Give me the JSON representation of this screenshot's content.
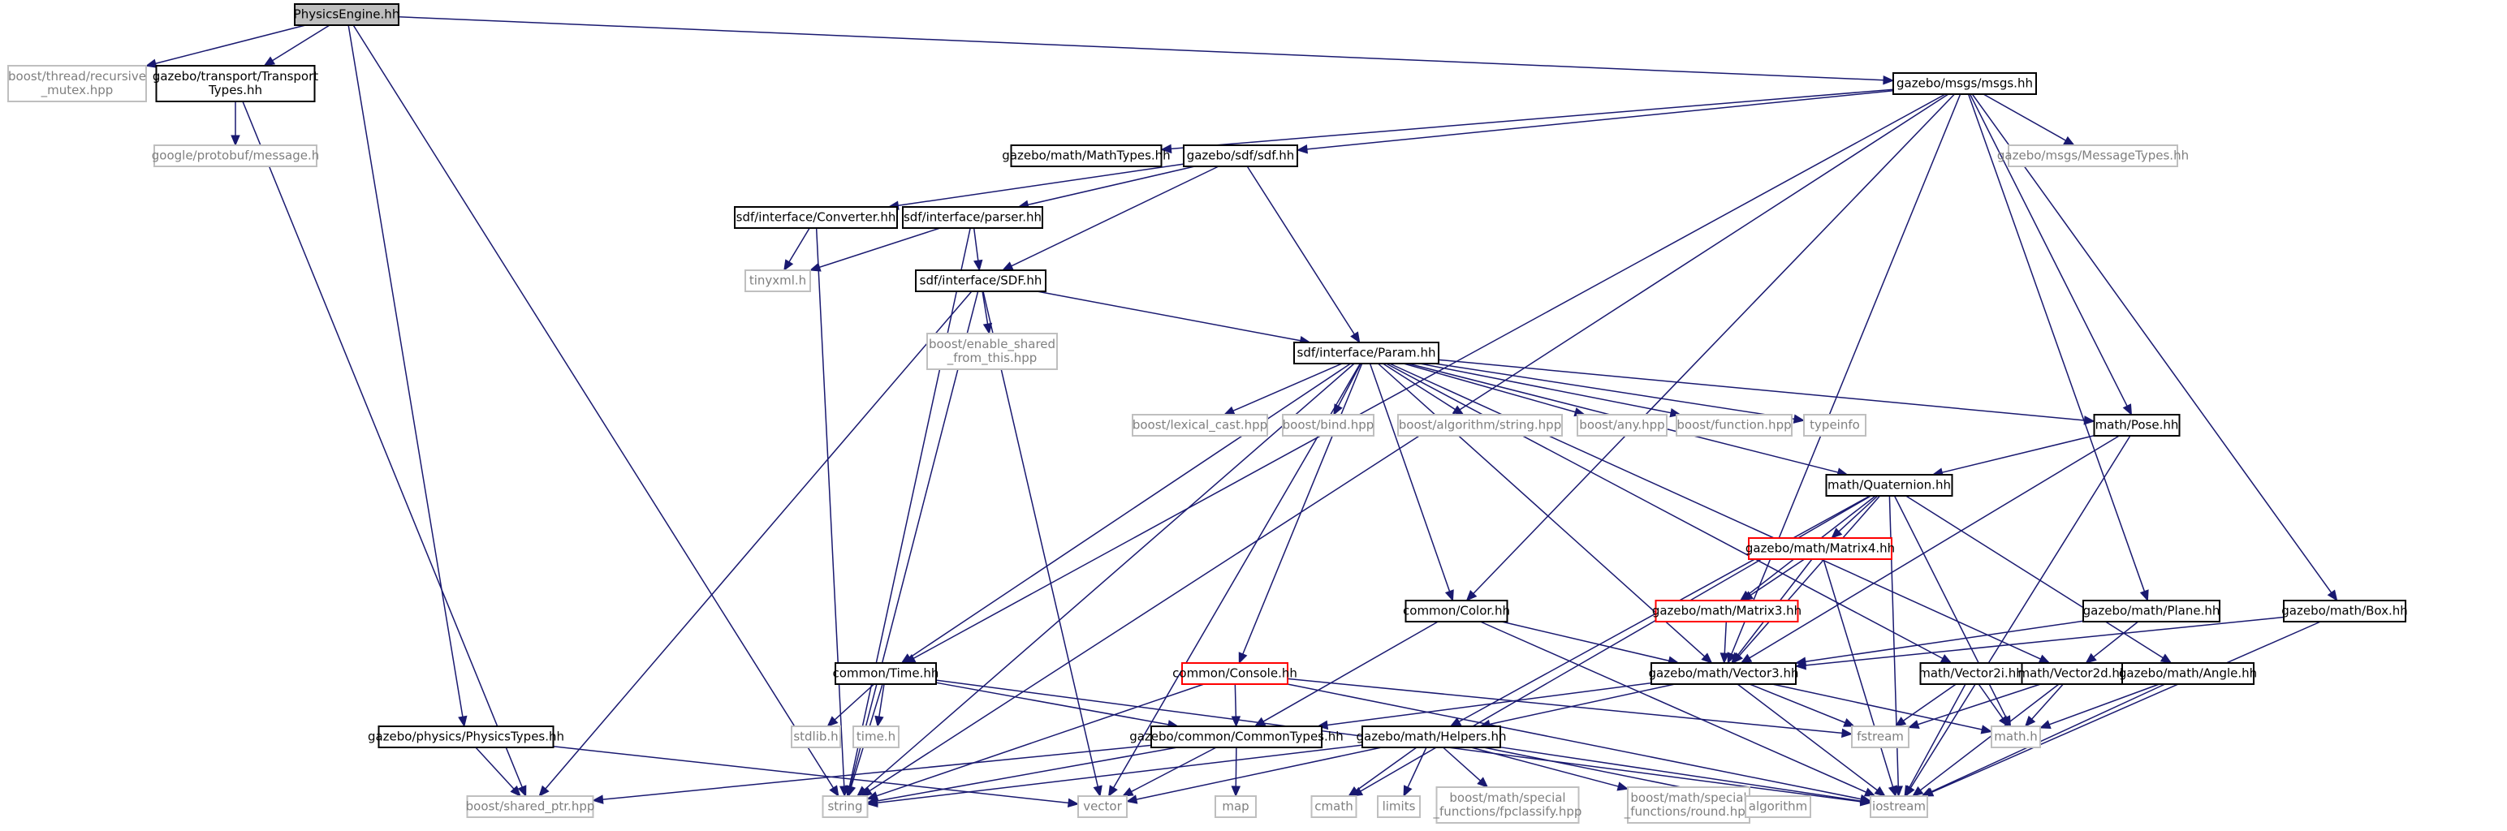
{
  "nodes": [
    {
      "id": "PhysicsEngine",
      "lines": [
        "PhysicsEngine.hh"
      ],
      "kind": "main"
    },
    {
      "id": "boost_recursive_mutex",
      "lines": [
        "boost/thread/recursive",
        "_mutex.hpp"
      ],
      "kind": "ext"
    },
    {
      "id": "TransportTypes",
      "lines": [
        "gazebo/transport/Transport",
        "Types.hh"
      ],
      "kind": "hdr"
    },
    {
      "id": "protobuf_message",
      "lines": [
        "google/protobuf/message.h"
      ],
      "kind": "ext"
    },
    {
      "id": "msgs",
      "lines": [
        "gazebo/msgs/msgs.hh"
      ],
      "kind": "hdr"
    },
    {
      "id": "MathTypes",
      "lines": [
        "gazebo/math/MathTypes.hh"
      ],
      "kind": "hdr"
    },
    {
      "id": "sdf",
      "lines": [
        "gazebo/sdf/sdf.hh"
      ],
      "kind": "hdr"
    },
    {
      "id": "MessageTypes",
      "lines": [
        "gazebo/msgs/MessageTypes.hh"
      ],
      "kind": "ext"
    },
    {
      "id": "Converter",
      "lines": [
        "sdf/interface/Converter.hh"
      ],
      "kind": "hdr"
    },
    {
      "id": "parser",
      "lines": [
        "sdf/interface/parser.hh"
      ],
      "kind": "hdr"
    },
    {
      "id": "tinyxml",
      "lines": [
        "tinyxml.h"
      ],
      "kind": "ext"
    },
    {
      "id": "SDFhh",
      "lines": [
        "sdf/interface/SDF.hh"
      ],
      "kind": "hdr"
    },
    {
      "id": "enable_shared",
      "lines": [
        "boost/enable_shared",
        "_from_this.hpp"
      ],
      "kind": "ext"
    },
    {
      "id": "Param",
      "lines": [
        "sdf/interface/Param.hh"
      ],
      "kind": "hdr"
    },
    {
      "id": "lexical_cast",
      "lines": [
        "boost/lexical_cast.hpp"
      ],
      "kind": "ext"
    },
    {
      "id": "bind",
      "lines": [
        "boost/bind.hpp"
      ],
      "kind": "ext"
    },
    {
      "id": "alg_string",
      "lines": [
        "boost/algorithm/string.hpp"
      ],
      "kind": "ext"
    },
    {
      "id": "any",
      "lines": [
        "boost/any.hpp"
      ],
      "kind": "ext"
    },
    {
      "id": "function",
      "lines": [
        "boost/function.hpp"
      ],
      "kind": "ext"
    },
    {
      "id": "typeinfo",
      "lines": [
        "typeinfo"
      ],
      "kind": "ext"
    },
    {
      "id": "Pose",
      "lines": [
        "math/Pose.hh"
      ],
      "kind": "hdr"
    },
    {
      "id": "Quaternion",
      "lines": [
        "math/Quaternion.hh"
      ],
      "kind": "hdr"
    },
    {
      "id": "Matrix4",
      "lines": [
        "gazebo/math/Matrix4.hh"
      ],
      "kind": "red"
    },
    {
      "id": "Matrix3",
      "lines": [
        "gazebo/math/Matrix3.hh"
      ],
      "kind": "red"
    },
    {
      "id": "Color",
      "lines": [
        "common/Color.hh"
      ],
      "kind": "hdr"
    },
    {
      "id": "Plane",
      "lines": [
        "gazebo/math/Plane.hh"
      ],
      "kind": "hdr"
    },
    {
      "id": "Box",
      "lines": [
        "gazebo/math/Box.hh"
      ],
      "kind": "hdr"
    },
    {
      "id": "Vector3",
      "lines": [
        "gazebo/math/Vector3.hh"
      ],
      "kind": "hdr"
    },
    {
      "id": "Vector2i",
      "lines": [
        "math/Vector2i.hh"
      ],
      "kind": "hdr"
    },
    {
      "id": "Vector2d",
      "lines": [
        "math/Vector2d.hh"
      ],
      "kind": "hdr"
    },
    {
      "id": "Angle",
      "lines": [
        "gazebo/math/Angle.hh"
      ],
      "kind": "hdr"
    },
    {
      "id": "Time",
      "lines": [
        "common/Time.hh"
      ],
      "kind": "hdr"
    },
    {
      "id": "Console",
      "lines": [
        "common/Console.hh"
      ],
      "kind": "red"
    },
    {
      "id": "PhysicsTypes",
      "lines": [
        "gazebo/physics/PhysicsTypes.hh"
      ],
      "kind": "hdr"
    },
    {
      "id": "CommonTypes",
      "lines": [
        "gazebo/common/CommonTypes.hh"
      ],
      "kind": "hdr"
    },
    {
      "id": "Helpers",
      "lines": [
        "gazebo/math/Helpers.hh"
      ],
      "kind": "hdr"
    },
    {
      "id": "stdlib",
      "lines": [
        "stdlib.h"
      ],
      "kind": "ext"
    },
    {
      "id": "timeh",
      "lines": [
        "time.h"
      ],
      "kind": "ext"
    },
    {
      "id": "fstream",
      "lines": [
        "fstream"
      ],
      "kind": "ext"
    },
    {
      "id": "mathh",
      "lines": [
        "math.h"
      ],
      "kind": "ext"
    },
    {
      "id": "shared_ptr",
      "lines": [
        "boost/shared_ptr.hpp"
      ],
      "kind": "ext"
    },
    {
      "id": "string",
      "lines": [
        "string"
      ],
      "kind": "ext"
    },
    {
      "id": "vector",
      "lines": [
        "vector"
      ],
      "kind": "ext"
    },
    {
      "id": "map",
      "lines": [
        "map"
      ],
      "kind": "ext"
    },
    {
      "id": "cmath",
      "lines": [
        "cmath"
      ],
      "kind": "ext"
    },
    {
      "id": "limits",
      "lines": [
        "limits"
      ],
      "kind": "ext"
    },
    {
      "id": "fpclassify",
      "lines": [
        "boost/math/special",
        "_functions/fpclassify.hpp"
      ],
      "kind": "ext"
    },
    {
      "id": "round",
      "lines": [
        "boost/math/special",
        "_functions/round.hpp"
      ],
      "kind": "ext"
    },
    {
      "id": "algorithm",
      "lines": [
        "algorithm"
      ],
      "kind": "ext"
    },
    {
      "id": "iostream",
      "lines": [
        "iostream"
      ],
      "kind": "ext"
    }
  ],
  "edges": [
    [
      "PhysicsEngine",
      "boost_recursive_mutex"
    ],
    [
      "PhysicsEngine",
      "TransportTypes"
    ],
    [
      "PhysicsEngine",
      "msgs"
    ],
    [
      "PhysicsEngine",
      "PhysicsTypes"
    ],
    [
      "PhysicsEngine",
      "string"
    ],
    [
      "TransportTypes",
      "protobuf_message"
    ],
    [
      "TransportTypes",
      "shared_ptr"
    ],
    [
      "msgs",
      "MathTypes"
    ],
    [
      "msgs",
      "sdf"
    ],
    [
      "msgs",
      "MessageTypes"
    ],
    [
      "msgs",
      "Pose"
    ],
    [
      "msgs",
      "Vector3"
    ],
    [
      "msgs",
      "Plane"
    ],
    [
      "msgs",
      "Box"
    ],
    [
      "msgs",
      "Time"
    ],
    [
      "msgs",
      "Color"
    ],
    [
      "msgs",
      "string"
    ],
    [
      "sdf",
      "Converter"
    ],
    [
      "sdf",
      "parser"
    ],
    [
      "sdf",
      "SDFhh"
    ],
    [
      "sdf",
      "Param"
    ],
    [
      "Converter",
      "tinyxml"
    ],
    [
      "Converter",
      "string"
    ],
    [
      "parser",
      "tinyxml"
    ],
    [
      "parser",
      "SDFhh"
    ],
    [
      "parser",
      "string"
    ],
    [
      "SDFhh",
      "enable_shared"
    ],
    [
      "SDFhh",
      "Param"
    ],
    [
      "SDFhh",
      "shared_ptr"
    ],
    [
      "SDFhh",
      "string"
    ],
    [
      "SDFhh",
      "vector"
    ],
    [
      "Param",
      "lexical_cast"
    ],
    [
      "Param",
      "bind"
    ],
    [
      "Param",
      "alg_string"
    ],
    [
      "Param",
      "any"
    ],
    [
      "Param",
      "function"
    ],
    [
      "Param",
      "typeinfo"
    ],
    [
      "Param",
      "Pose"
    ],
    [
      "Param",
      "Quaternion"
    ],
    [
      "Param",
      "Vector3"
    ],
    [
      "Param",
      "Vector2i"
    ],
    [
      "Param",
      "Vector2d"
    ],
    [
      "Param",
      "Color"
    ],
    [
      "Param",
      "Time"
    ],
    [
      "Param",
      "Console"
    ],
    [
      "Param",
      "string"
    ],
    [
      "Param",
      "vector"
    ],
    [
      "Pose",
      "Quaternion"
    ],
    [
      "Pose",
      "Vector3"
    ],
    [
      "Pose",
      "iostream"
    ],
    [
      "Quaternion",
      "Matrix4"
    ],
    [
      "Quaternion",
      "Matrix3"
    ],
    [
      "Quaternion",
      "Vector3"
    ],
    [
      "Quaternion",
      "Helpers"
    ],
    [
      "Quaternion",
      "Angle"
    ],
    [
      "Quaternion",
      "mathh"
    ],
    [
      "Quaternion",
      "iostream"
    ],
    [
      "Quaternion",
      "cmath"
    ],
    [
      "Matrix4",
      "Matrix3"
    ],
    [
      "Matrix4",
      "Vector3"
    ],
    [
      "Matrix4",
      "iostream"
    ],
    [
      "Matrix3",
      "Vector3"
    ],
    [
      "Color",
      "Vector3"
    ],
    [
      "Color",
      "CommonTypes"
    ],
    [
      "Color",
      "iostream"
    ],
    [
      "Plane",
      "Vector3"
    ],
    [
      "Plane",
      "Vector2d"
    ],
    [
      "Box",
      "Vector3"
    ],
    [
      "Box",
      "iostream"
    ],
    [
      "Vector3",
      "Helpers"
    ],
    [
      "Vector3",
      "CommonTypes"
    ],
    [
      "Vector3",
      "fstream"
    ],
    [
      "Vector3",
      "mathh"
    ],
    [
      "Vector3",
      "iostream"
    ],
    [
      "Vector2i",
      "fstream"
    ],
    [
      "Vector2i",
      "mathh"
    ],
    [
      "Vector2i",
      "iostream"
    ],
    [
      "Vector2d",
      "fstream"
    ],
    [
      "Vector2d",
      "mathh"
    ],
    [
      "Vector2d",
      "iostream"
    ],
    [
      "Angle",
      "mathh"
    ],
    [
      "Angle",
      "iostream"
    ],
    [
      "Time",
      "stdlib"
    ],
    [
      "Time",
      "timeh"
    ],
    [
      "Time",
      "CommonTypes"
    ],
    [
      "Time",
      "string"
    ],
    [
      "Time",
      "iostream"
    ],
    [
      "Console",
      "CommonTypes"
    ],
    [
      "Console",
      "string"
    ],
    [
      "Console",
      "iostream"
    ],
    [
      "Console",
      "fstream"
    ],
    [
      "PhysicsTypes",
      "shared_ptr"
    ],
    [
      "PhysicsTypes",
      "vector"
    ],
    [
      "CommonTypes",
      "shared_ptr"
    ],
    [
      "CommonTypes",
      "string"
    ],
    [
      "CommonTypes",
      "vector"
    ],
    [
      "CommonTypes",
      "map"
    ],
    [
      "Helpers",
      "cmath"
    ],
    [
      "Helpers",
      "limits"
    ],
    [
      "Helpers",
      "fpclassify"
    ],
    [
      "Helpers",
      "round"
    ],
    [
      "Helpers",
      "algorithm"
    ],
    [
      "Helpers",
      "iostream"
    ],
    [
      "Helpers",
      "string"
    ],
    [
      "Helpers",
      "vector"
    ]
  ]
}
